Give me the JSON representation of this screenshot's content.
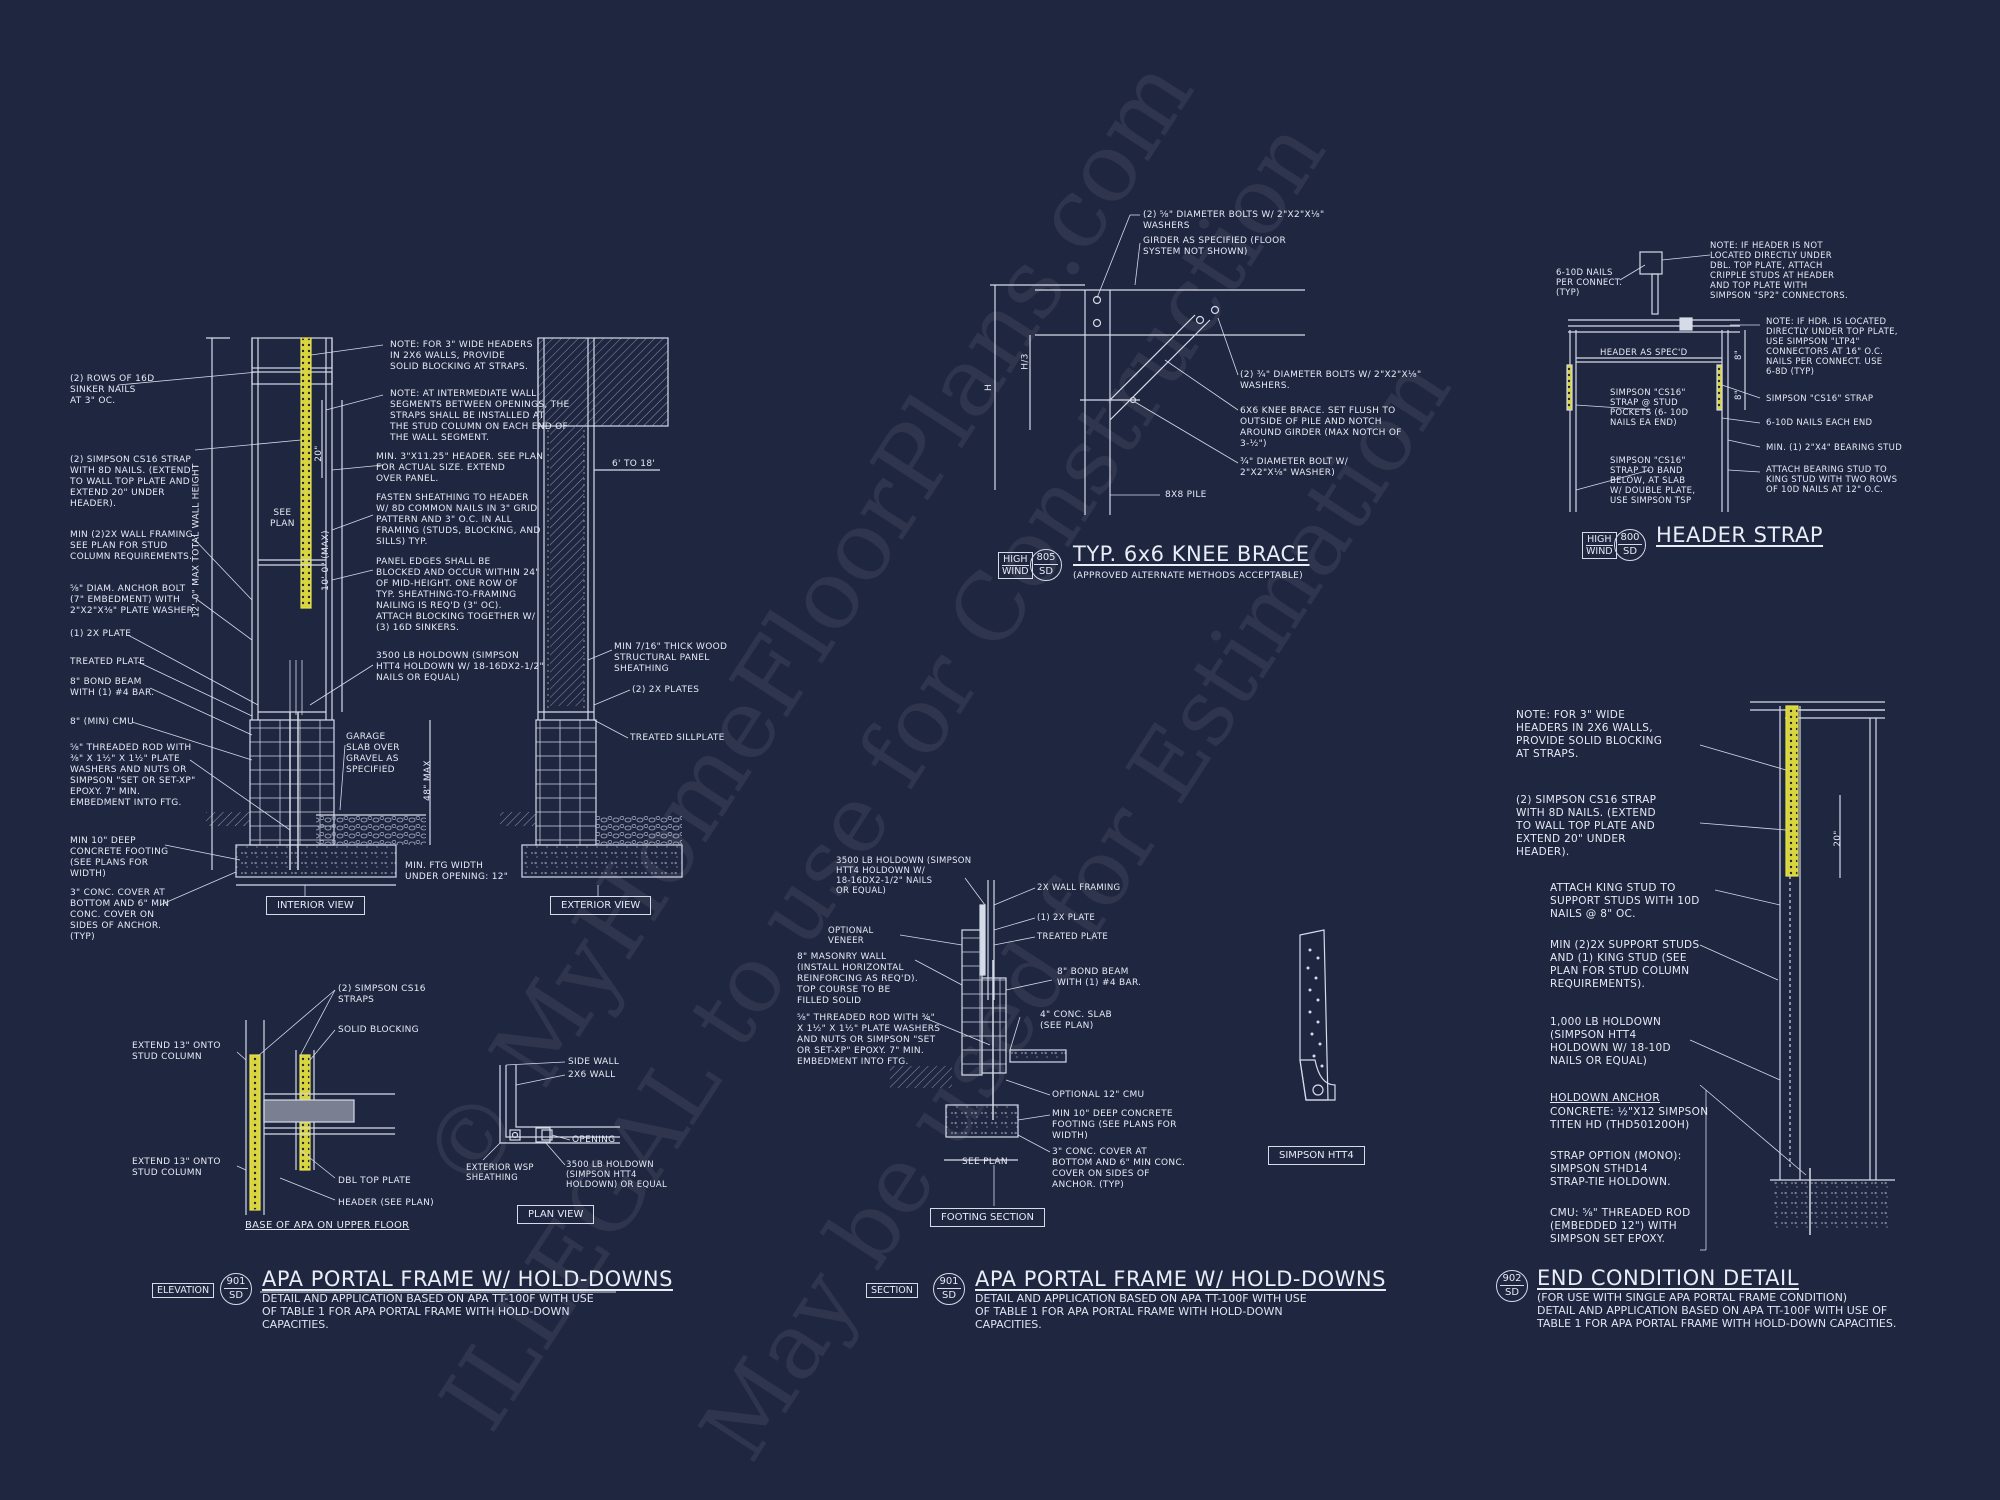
{
  "watermark": {
    "line1": "© MyHomeFloorPlans.com",
    "line2": "ILLEGAL to use for Construction",
    "line3": "May be used for Estimation"
  },
  "detail_901_elev": {
    "tag": "ELEVATION",
    "num": "901",
    "sheet": "SD",
    "title": "APA PORTAL FRAME W/ HOLD-DOWNS",
    "desc": "DETAIL AND APPLICATION BASED ON APA TT-100F WITH USE\nOF TABLE 1 FOR APA PORTAL FRAME WITH HOLD-DOWN\nCAPACITIES.",
    "interior_label": "INTERIOR VIEW",
    "exterior_label": "EXTERIOR VIEW",
    "plan_label": "PLAN VIEW",
    "base_label": "BASE OF APA ON UPPER FLOOR",
    "notes_left": {
      "n1": "(2) ROWS OF 16d\nSINKER NAILS\nAT 3\" OC.",
      "n2": "(2) SIMPSON CS16 STRAP\nWITH 8d NAILS. (EXTEND\nTO WALL TOP PLATE AND\nEXTEND 20\" UNDER\nHEADER).",
      "n3": "MIN (2)2X WALL FRAMING.\nSEE PLAN FOR STUD\nCOLUMN REQUIREMENTS.",
      "n4": "⅝\" DIAM. ANCHOR BOLT\n(7\" EMBEDMENT) WITH\n2\"x2\"x⅜\" PLATE WASHER.",
      "n5": "(1) 2x PLATE",
      "n6": "TREATED PLATE",
      "n7": "8\" BOND BEAM\nWITH (1) #4 BAR.",
      "n8": "8\" (MIN) CMU",
      "n9": "⅝\" THREADED ROD WITH\n⅜\" x 1½\" x 1½\" PLATE\nWASHERS AND NUTS OR\nSIMPSON \"SET OR SET-XP\"\nEPOXY.  7\" MIN.\nEMBEDMENT INTO FTG.",
      "n10": "MIN 10\" DEEP\nCONCRETE FOOTING\n(SEE PLANS FOR\nWIDTH)",
      "n11": "3\" CONC. COVER AT\nBOTTOM AND 6\" MIN\nCONC. COVER ON\nSIDES OF ANCHOR.\n(TYP)"
    },
    "notes_mid": {
      "n1": "NOTE: FOR 3\" WIDE HEADERS\nIN 2x6 WALLS, PROVIDE\nSOLID BLOCKING AT STRAPS.",
      "n2": "NOTE: AT INTERMEDIATE WALL\nSEGMENTS BETWEEN OPENINGS, THE\nSTRAPS SHALL BE INSTALLED AT\nTHE STUD COLUMN ON EACH END OF\nTHE WALL SEGMENT.",
      "n3": "MIN. 3\"x11.25\" HEADER. SEE PLAN\nFOR ACTUAL SIZE. EXTEND\nOVER PANEL.",
      "n4": "FASTEN SHEATHING TO HEADER\nW/ 8d COMMON NAILS IN 3\" GRID\nPATTERN AND 3\" O.C. IN ALL\nFRAMING (STUDS, BLOCKING, AND\nSILLS) TYP.",
      "n5": "PANEL EDGES SHALL BE\nBLOCKED AND OCCUR WITHIN 24\"\nOF MID-HEIGHT.  ONE ROW OF\nTYP. SHEATHING-TO-FRAMING\nNAILING IS REQ'D (3\" OC).\nATTACH BLOCKING TOGETHER W/\n(3) 16d SINKERS.",
      "n6": "3500 LB HOLDOWN (SIMPSON\nHTT4 HOLDOWN W/ 18-16dx2-1/2\"\nNAILS OR EQUAL)",
      "n7": "GARAGE\nSLAB OVER\nGRAVEL AS\nSPECIFIED",
      "n8": "MIN. FTG WIDTH\nUNDER OPENING: 12\"",
      "see_plan": "SEE\nPLAN",
      "dim_20": "20\"",
      "dim_10": "10'-0\" (MAX)",
      "dim_12": "12'-0\" MAX TOTAL WALL HEIGHT",
      "dim_48": "48\" MAX"
    },
    "notes_ext": {
      "n1": "6' TO 18'",
      "n2": "MIN 7/16\" THICK WOOD\nSTRUCTURAL PANEL\nSHEATHING",
      "n3": "(2) 2x PLATES",
      "n4": "TREATED SILLPLATE"
    },
    "notes_base": {
      "n1": "(2) SIMPSON CS16\nSTRAPS",
      "n2": "SOLID BLOCKING",
      "n3": "EXTEND 13\" ONTO\nSTUD COLUMN",
      "n4": "EXTEND 13\" ONTO\nSTUD COLUMN",
      "n5": "DBL TOP PLATE",
      "n6": "HEADER (SEE PLAN)"
    },
    "notes_plan": {
      "n1": "SIDE WALL",
      "n2": "2x6 WALL",
      "n3": "OPENING",
      "n4": "EXTERIOR WSP\nSHEATHING",
      "n5": "3500 LB HOLDOWN\n(SIMPSON HTT4\nHOLDOWN) OR EQUAL"
    }
  },
  "detail_901_sect": {
    "tag": "SECTION",
    "num": "901",
    "sheet": "SD",
    "title": "APA PORTAL FRAME W/ HOLD-DOWNS",
    "desc": "DETAIL AND APPLICATION BASED ON APA TT-100F WITH USE\nOF TABLE 1 FOR APA PORTAL FRAME WITH HOLD-DOWN\nCAPACITIES.",
    "footing_label": "FOOTING SECTION",
    "htt4_label": "SIMPSON HTT4",
    "notes": {
      "n1": "3500 LB HOLDOWN (SIMPSON\nHTT4 HOLDOWN W/\n18-16dx2-1/2\" NAILS\nOR EQUAL)",
      "n2": "2X WALL FRAMING",
      "n3": "(1) 2x PLATE",
      "n4": "TREATED PLATE",
      "n5": "OPTIONAL\nVENEER",
      "n6": "8\" MASONRY WALL\n(INSTALL HORIZONTAL\nREINFORCING AS REQ'D).\nTOP COURSE TO BE\nFILLED SOLID",
      "n7": "8\" BOND BEAM\nWITH (1) #4 BAR.",
      "n8": "4\" CONC. SLAB\n(SEE PLAN)",
      "n9": "⅝\" THREADED ROD WITH ⅜\"\nx 1½\" x 1½\" PLATE WASHERS\nAND NUTS OR SIMPSON \"SET\nOR SET-XP\" EPOXY.  7\" MIN.\nEMBEDMENT INTO FTG.",
      "n10": "OPTIONAL 12\" CMU",
      "n11": "MIN 10\" DEEP CONCRETE\nFOOTING (SEE PLANS FOR\nWIDTH)",
      "n12": "3\" CONC. COVER AT\nBOTTOM AND 6\" MIN CONC.\nCOVER ON SIDES OF\nANCHOR. (TYP)",
      "see_plan": "SEE PLAN"
    }
  },
  "detail_805": {
    "tag_top": "HIGH",
    "tag_bot": "WIND",
    "num": "805",
    "sheet": "SD",
    "title": "TYP. 6x6 KNEE BRACE",
    "desc": "(APPROVED ALTERNATE METHODS ACCEPTABLE)",
    "notes": {
      "n1": "(2) ⅝\" DIAMETER BOLTS W/ 2\"x2\"x⅛\"\nWASHERS",
      "n2": "GIRDER AS SPECIFIED (FLOOR\nSYSTEM NOT SHOWN)",
      "n3": "(2) ¾\" DIAMETER BOLTS W/ 2\"x2\"x⅛\"\nWASHERS.",
      "n4": "6x6 KNEE BRACE. SET FLUSH TO\nOUTSIDE OF PILE AND NOTCH\nAROUND GIRDER (MAX NOTCH OF\n3-½\")",
      "n5": "¾\" DIAMETER BOLT W/\n2\"x2\"x⅛\" WASHER)",
      "n6": "8x8 PILE",
      "dim_h": "H",
      "dim_h3": "H/3"
    }
  },
  "detail_800": {
    "tag_top": "HIGH",
    "tag_bot": "WIND",
    "num": "800",
    "sheet": "SD",
    "title": "HEADER STRAP",
    "notes": {
      "n1": "NOTE: IF HEADER IS NOT\nLOCATED DIRECTLY UNDER\nDBL. TOP PLATE, ATTACH\nCRIPPLE STUDS AT HEADER\nAND TOP PLATE WITH\nSIMPSON \"SP2\" CONNECTORS.",
      "n2": "6-10d NAILS\nPER CONNECT.\n(TYP)",
      "n3": "NOTE: IF HDR. IS LOCATED\nDIRECTLY UNDER TOP PLATE,\nUSE SIMPSON \"LTP4\"\nCONNECTORS AT 16\" O.C.\nNAILS PER CONNECT. USE\n6-8d (TYP)",
      "n4": "HEADER AS SPEC'D",
      "n5": "SIMPSON \"CS16\"\nSTRAP @ STUD\nPOCKETS (6- 10d\nNAILS EA END)",
      "n6": "SIMPSON \"CS16\" STRAP",
      "n7": "6-10d NAILS  EACH END",
      "n8": "MIN. (1) 2\"x4\" BEARING STUD",
      "n9": "SIMPSON \"CS16\"\nSTRAP TO BAND\nBELOW, AT SLAB\nW/ DOUBLE PLATE,\nUSE SIMPSON TSP",
      "n10": "ATTACH BEARING  STUD TO\nKING STUD WITH TWO ROWS\nOF 10d NAILS AT 12\" O.C.",
      "dim1": "8\"",
      "dim2": "8\""
    }
  },
  "detail_902": {
    "num": "902",
    "sheet": "SD",
    "title": "END CONDITION DETAIL",
    "desc": "(FOR USE WITH SINGLE APA PORTAL FRAME CONDITION)\nDETAIL AND APPLICATION BASED ON APA TT-100F WITH USE OF\nTABLE 1 FOR APA PORTAL FRAME WITH HOLD-DOWN CAPACITIES.",
    "notes": {
      "n1": "NOTE: FOR 3\" WIDE\nHEADERS IN 2x6 WALLS,\nPROVIDE SOLID BLOCKING\nAT STRAPS.",
      "n2": "(2) SIMPSON CS16 STRAP\nWITH 8d NAILS. (EXTEND\nTO WALL TOP PLATE AND\nEXTEND 20\" UNDER\nHEADER).",
      "n3": "ATTACH KING STUD TO\nSUPPORT STUDS WITH 10d\nNAILS @ 8\" OC.",
      "n4": "MIN (2)2X SUPPORT STUDS\nAND (1) KING STUD (SEE\nPLAN FOR STUD COLUMN\nREQUIREMENTS).",
      "n5": "1,000 LB HOLDOWN\n(SIMPSON HTT4\nHOLDOWN W/ 18-10d\nNAILS OR EQUAL)",
      "n6": "HOLDOWN ANCHOR",
      "n7": "CONCRETE: ½\"x12 SIMPSON\nTITEN HD (THD50120OH)",
      "n8": "STRAP OPTION (MONO):\nSIMPSON STHD14\nSTRAP-TIE HOLDOWN.",
      "n9": "CMU: ⅝\" THREADED ROD\n(EMBEDDED 12\") WITH\nSIMPSON SET EPOXY.",
      "dim_20": "20\""
    },
    "colors": {
      "strap": "#e6e04a",
      "line": "#d6dbe8",
      "bg": "#1f2640"
    }
  }
}
